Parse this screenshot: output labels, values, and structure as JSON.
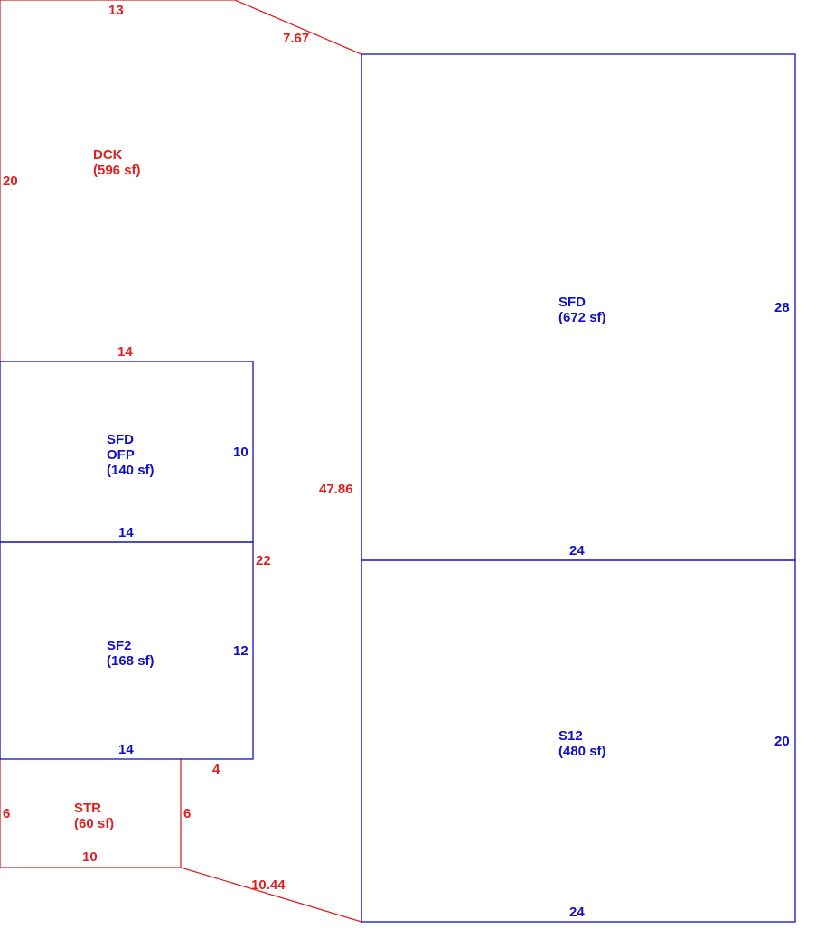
{
  "colors": {
    "red": "#e02020",
    "blue": "#1010c8"
  },
  "areas": {
    "dck": {
      "code": "DCK",
      "area": "(596 sf)"
    },
    "sfd_main": {
      "code": "SFD",
      "area": "(672 sf)"
    },
    "sfd_ofp": {
      "code": "SFD",
      "code2": "OFP",
      "area": "(140 sf)"
    },
    "sf2": {
      "code": "SF2",
      "area": "(168 sf)"
    },
    "s12": {
      "code": "S12",
      "area": "(480 sf)"
    },
    "str": {
      "code": "STR",
      "area": "(60 sf)"
    }
  },
  "dims": {
    "dck_top": "13",
    "dck_diag": "7.67",
    "dck_left": "20",
    "dck_right": "47.86",
    "ofp_top_red": "14",
    "ofp_right": "10",
    "ofp_bottom": "14",
    "ofp_side_red": "22",
    "sfd_right": "28",
    "sfd_bottom": "24",
    "sf2_right": "12",
    "sf2_bottom": "14",
    "str_top": "4",
    "str_left": "6",
    "str_right": "6",
    "str_bottom": "10",
    "bottom_diag": "10.44",
    "s12_right": "20",
    "s12_bottom": "24"
  }
}
